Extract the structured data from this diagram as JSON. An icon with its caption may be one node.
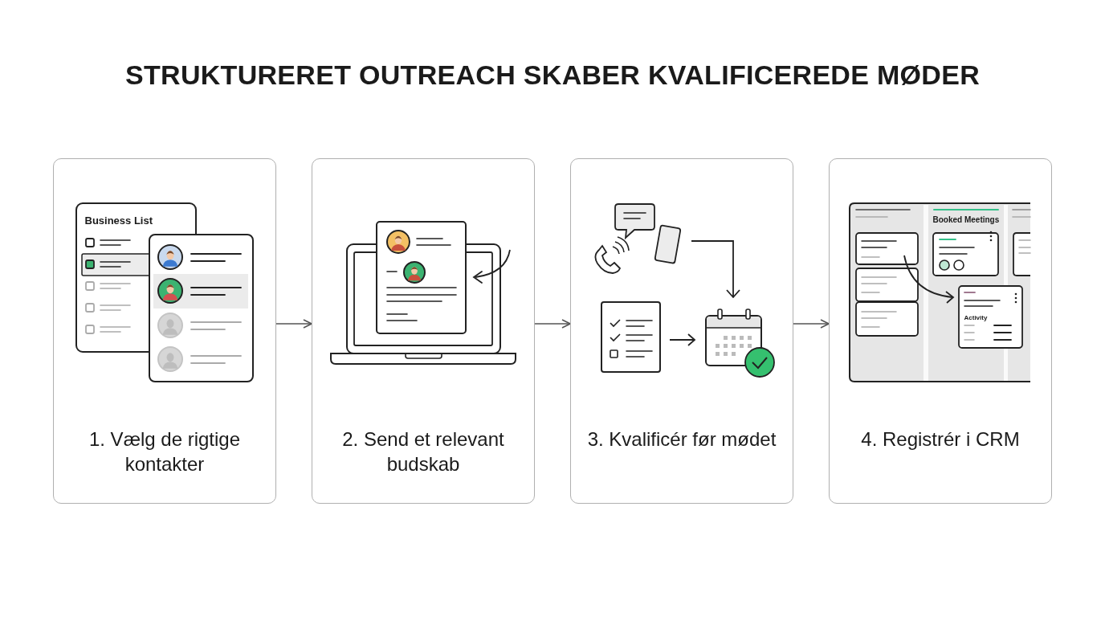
{
  "diagram": {
    "title": "STRUKTURERET OUTREACH SKABER KVALIFICEREDE MØDER",
    "nodes": [
      {
        "text": [
          "1. Vælg de rigtige kontakter"
        ]
      },
      {
        "text": [
          "2. Send et relevant budskab"
        ]
      },
      {
        "text": [
          "3. Kvalificér før mødet"
        ]
      },
      {
        "text": [
          "4. Registrér i CRM"
        ]
      }
    ],
    "edges": [
      {
        "from": 0,
        "to": 1,
        "arrow": "to"
      },
      {
        "from": 1,
        "to": 2,
        "arrow": "to"
      },
      {
        "from": 2,
        "to": 3,
        "arrow": "to"
      }
    ],
    "labels": [
      "Business List",
      "Booked Meetings",
      "Activity"
    ]
  }
}
